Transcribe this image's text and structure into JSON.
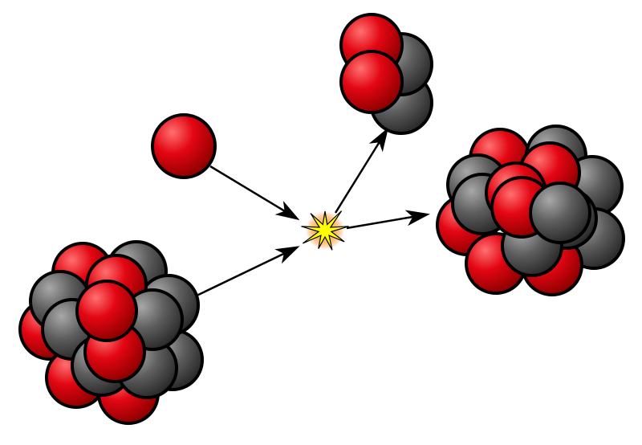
{
  "colors": {
    "proton": "#e30613",
    "proton_highlight": "#ff5a5a",
    "neutron": "#555555",
    "neutron_highlight": "#9a9a9a",
    "outline": "#000000",
    "arrow": "#000000",
    "flash_core": "#ffff00",
    "flash_glow": "#ff8a3d",
    "background": "#ffffff"
  },
  "particles": [
    {
      "id": "incoming-proton",
      "kind": "proton",
      "nucleons": 1
    },
    {
      "id": "target-nucleus",
      "kind": "nucleus",
      "nucleons": 20
    },
    {
      "id": "light-fragment",
      "kind": "nucleus",
      "nucleons": 4
    },
    {
      "id": "heavy-fragment",
      "kind": "nucleus",
      "nucleons": 17
    }
  ],
  "arrows": [
    {
      "from": "incoming-proton",
      "to": "collision-flash"
    },
    {
      "from": "target-nucleus",
      "to": "collision-flash"
    },
    {
      "from": "collision-flash",
      "to": "light-fragment"
    },
    {
      "from": "collision-flash",
      "to": "heavy-fragment"
    }
  ],
  "flash_icon": "starburst-icon"
}
